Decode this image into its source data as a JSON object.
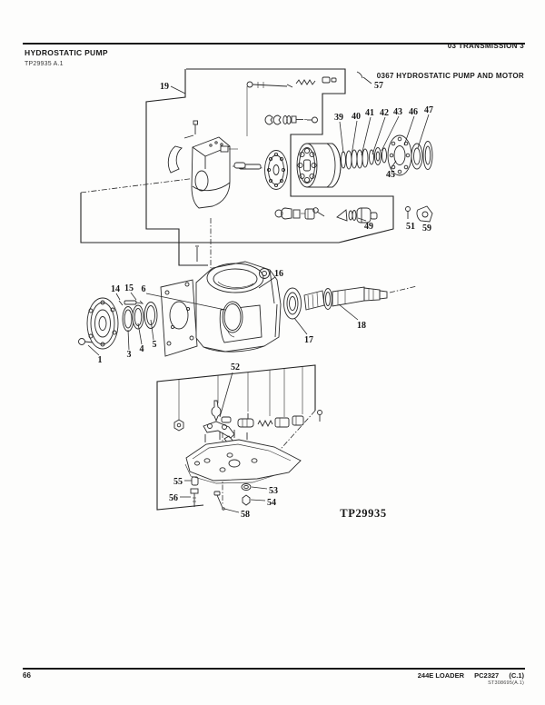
{
  "header": {
    "line1": "03 TRANSMISSION 3",
    "line2": "0367 HYDROSTATIC PUMP AND MOTOR"
  },
  "section": {
    "title": "HYDROSTATIC PUMP",
    "subtitle": "TP29935 A.1"
  },
  "diagram": {
    "figure_id": "TP29935",
    "labels": {
      "p1": "1",
      "p3": "3",
      "p4": "4",
      "p5": "5",
      "p6": "6",
      "p14": "14",
      "p15": "15",
      "p16": "16",
      "p17": "17",
      "p18": "18",
      "p19": "19",
      "p39": "39",
      "p40": "40",
      "p41": "41",
      "p42": "42",
      "p43": "43",
      "p45": "45",
      "p46": "46",
      "p47": "47",
      "p49": "49",
      "p51": "51",
      "p52": "52",
      "p53": "53",
      "p54": "54",
      "p55": "55",
      "p56": "56",
      "p57": "57",
      "p58": "58",
      "p59": "59"
    }
  },
  "footer": {
    "page_number": "66",
    "doc_title": "244E LOADER",
    "catalog_number": "PC2327",
    "revision": "(C.1)",
    "scan_code": "ST308695(A.1)"
  }
}
